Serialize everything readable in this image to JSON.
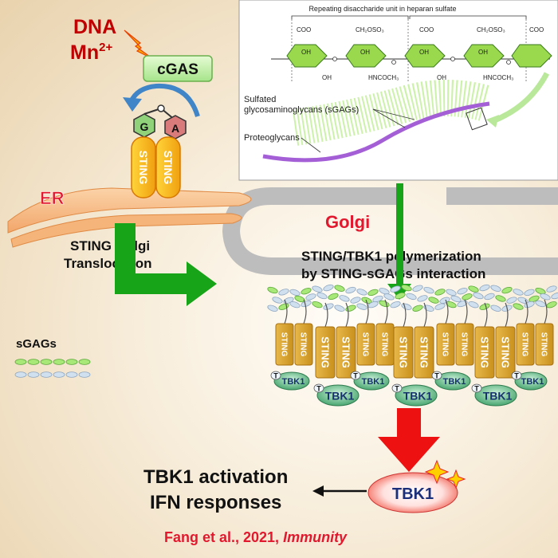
{
  "triggers": {
    "dna": "DNA",
    "mn_base": "Mn",
    "mn_sup": "2+"
  },
  "cgas": "cGAS",
  "cgamp": {
    "g": "G",
    "a": "A"
  },
  "sting": "STING",
  "tbk1": "TBK1",
  "tbk1_t": "T",
  "er": "ER",
  "golgi": "Golgi",
  "translocation": {
    "line1": "STING  Golgi",
    "line2": "Translocation"
  },
  "polymerization": {
    "line1": "STING/TBK1  polymerization",
    "line2": "by STING-sGAGs interaction"
  },
  "legend_sgags": "sGAGs",
  "inset": {
    "title": "Repeating disaccharide unit in heparan sulfate",
    "coo": "COO",
    "ch2oso3": "CH₂OSO₃",
    "oh": "OH",
    "hncoch3": "HNCOCH₃",
    "sgag_label_1": "Sulfated",
    "sgag_label_2": "glycosaminoglycans (sGAGs)",
    "proteoglycans": "Proteoglycans"
  },
  "outcome": {
    "line1": "TBK1 activation",
    "line2": "IFN responses"
  },
  "citation": {
    "text": "Fang et al., 2021, ",
    "journal": "Immunity"
  },
  "colors": {
    "dna_red": "#c00000",
    "cgas_green": "#c9efb2",
    "sting_gold": "#d8a62a",
    "tbk1_green": "#6cc08e",
    "golgi_red": "#e2182e",
    "arrow_green": "#18a418",
    "arrow_red": "#ee1111",
    "sgag_green": "#9ee06b",
    "sgag_blue": "#c6d8ea"
  }
}
